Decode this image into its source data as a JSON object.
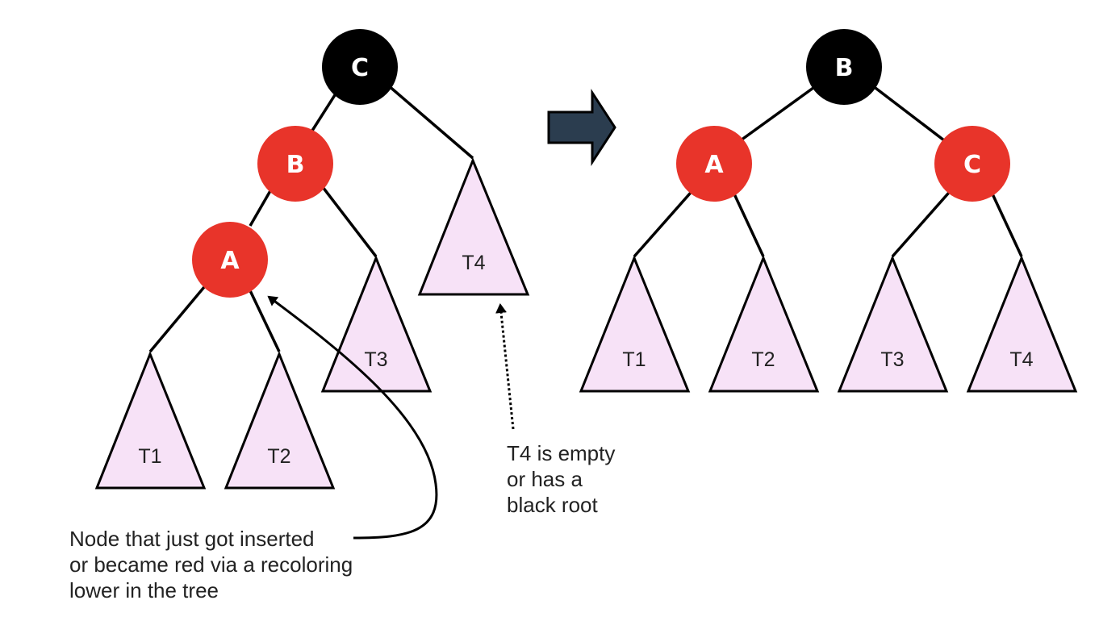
{
  "colors": {
    "black_node": "#000000",
    "red_node": "#e8342a",
    "subtree_fill": "#f7e2f7",
    "arrow_fill": "#2b3d4f",
    "line": "#000000"
  },
  "before_tree": {
    "nodes": [
      {
        "label": "C",
        "color": "black"
      },
      {
        "label": "B",
        "color": "red"
      },
      {
        "label": "A",
        "color": "red"
      }
    ],
    "subtrees": [
      "T1",
      "T2",
      "T3",
      "T4"
    ]
  },
  "transform_arrow": {
    "icon": "right-arrow-icon"
  },
  "after_tree": {
    "nodes": [
      {
        "label": "B",
        "color": "black"
      },
      {
        "label": "A",
        "color": "red"
      },
      {
        "label": "C",
        "color": "red"
      }
    ],
    "subtrees": [
      "T1",
      "T2",
      "T3",
      "T4"
    ]
  },
  "annotations": {
    "inserted_node_note": "Node that just got inserted\nor became red via a recoloring\nlower in the tree",
    "t4_note": "T4 is empty\nor has a\nblack root"
  }
}
